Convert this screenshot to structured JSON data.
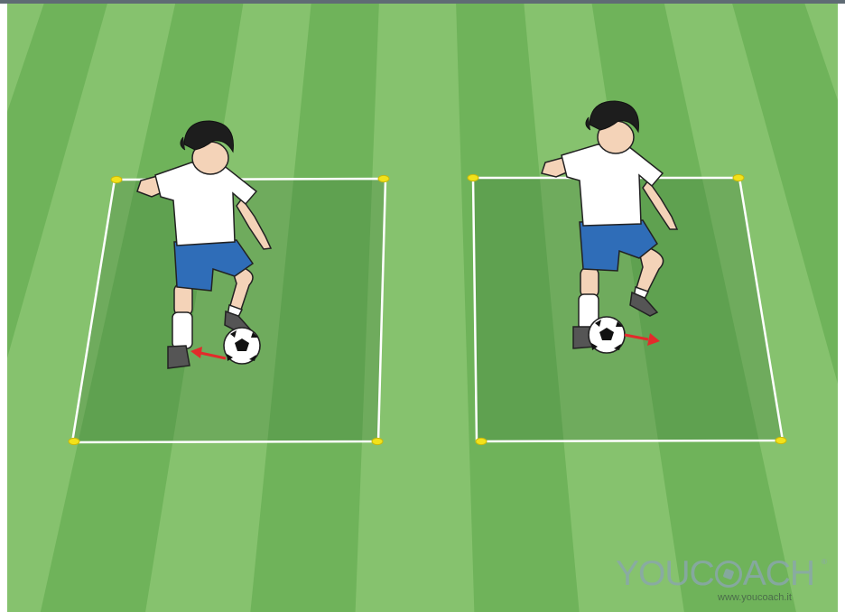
{
  "scene": {
    "description_type": "soccer drill illustration",
    "pitch_colors": {
      "dark_stripe": "#6fb35a",
      "light_stripe": "#86c26e",
      "grid_fill": "#3f7d3a",
      "line": "#ffffff",
      "cone": "#f2e21a",
      "arrow": "#e32b2b"
    },
    "grids": [
      {
        "name": "left-grid",
        "ball_direction": "left"
      },
      {
        "name": "right-grid",
        "ball_direction": "right"
      }
    ]
  },
  "watermark": {
    "brand_prefix": "YOUC",
    "brand_suffix": "ACH",
    "brand_mark": "®",
    "url": "www.youcoach.it",
    "icon": "soccer-ball-icon"
  }
}
